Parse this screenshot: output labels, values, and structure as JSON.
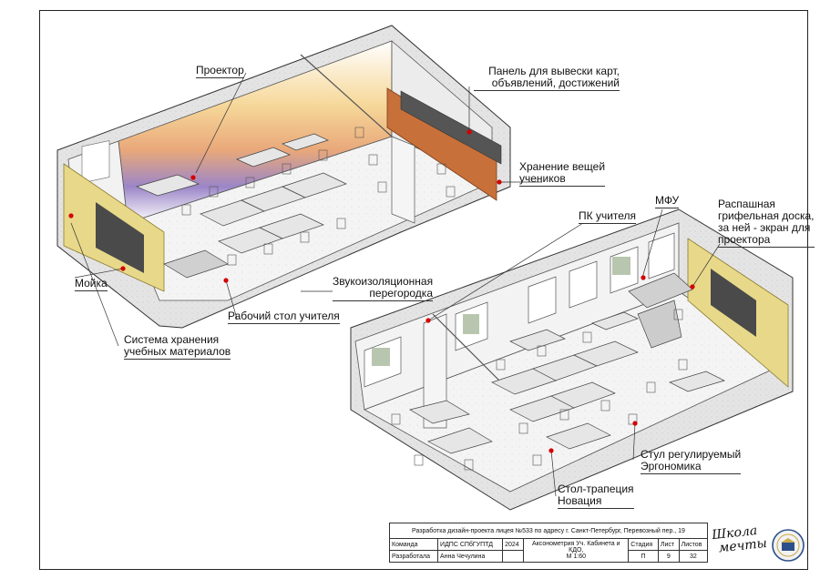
{
  "callouts": {
    "projector": "Проектор",
    "panel": "Панель для вывески карт, объявлений, достижений",
    "panel_l1": "Панель для вывески карт,",
    "panel_l2": "объявлений, достижений",
    "storage_l1": "Хранение вещей",
    "storage_l2": "учеников",
    "sink": "Мойка",
    "storage_system_l1": "Система хранения",
    "storage_system_l2": "учебных материалов",
    "teacher_desk": "Рабочий стол учителя",
    "partition_l1": "Звукоизоляционная",
    "partition_l2": "перегородка",
    "teacher_pc": "ПК учителя",
    "mfu": "МФУ",
    "board_l1": "Распашная",
    "board_l2": "грифельная доска,",
    "board_l3": "за ней - экран для",
    "board_l4": "проектора",
    "chair_l1": "Стул регулируемый",
    "chair_l2": "Эргономика",
    "table_l1": "Стол-трапеция",
    "table_l2": "Новация"
  },
  "title_block": {
    "project": "Разработка дизайн-проекта лицея №533 по адресу г. Санкт-Петербург, Перевозный пер., 19",
    "team_label": "Команда",
    "team_value": "ИДПС СПбГУПТД",
    "year": "2024",
    "drawing": "Аксонометрия Уч. Кабинета и КДО,",
    "scale": "М 1:60",
    "stage_label": "Стадия",
    "sheet_label": "Лист",
    "sheets_label": "Листов",
    "developed_label": "Разработала",
    "developer": "Анна Чечулина",
    "stage": "П",
    "sheet": "9",
    "sheets": "32",
    "logo_l1": "Школа",
    "logo_l2": "мечты"
  },
  "colors": {
    "marker": "#d40000",
    "wood": "#c8703a",
    "yellow_panel": "#e8d98a",
    "board": "#4a4a4a",
    "concrete": "#d8d8d8"
  }
}
